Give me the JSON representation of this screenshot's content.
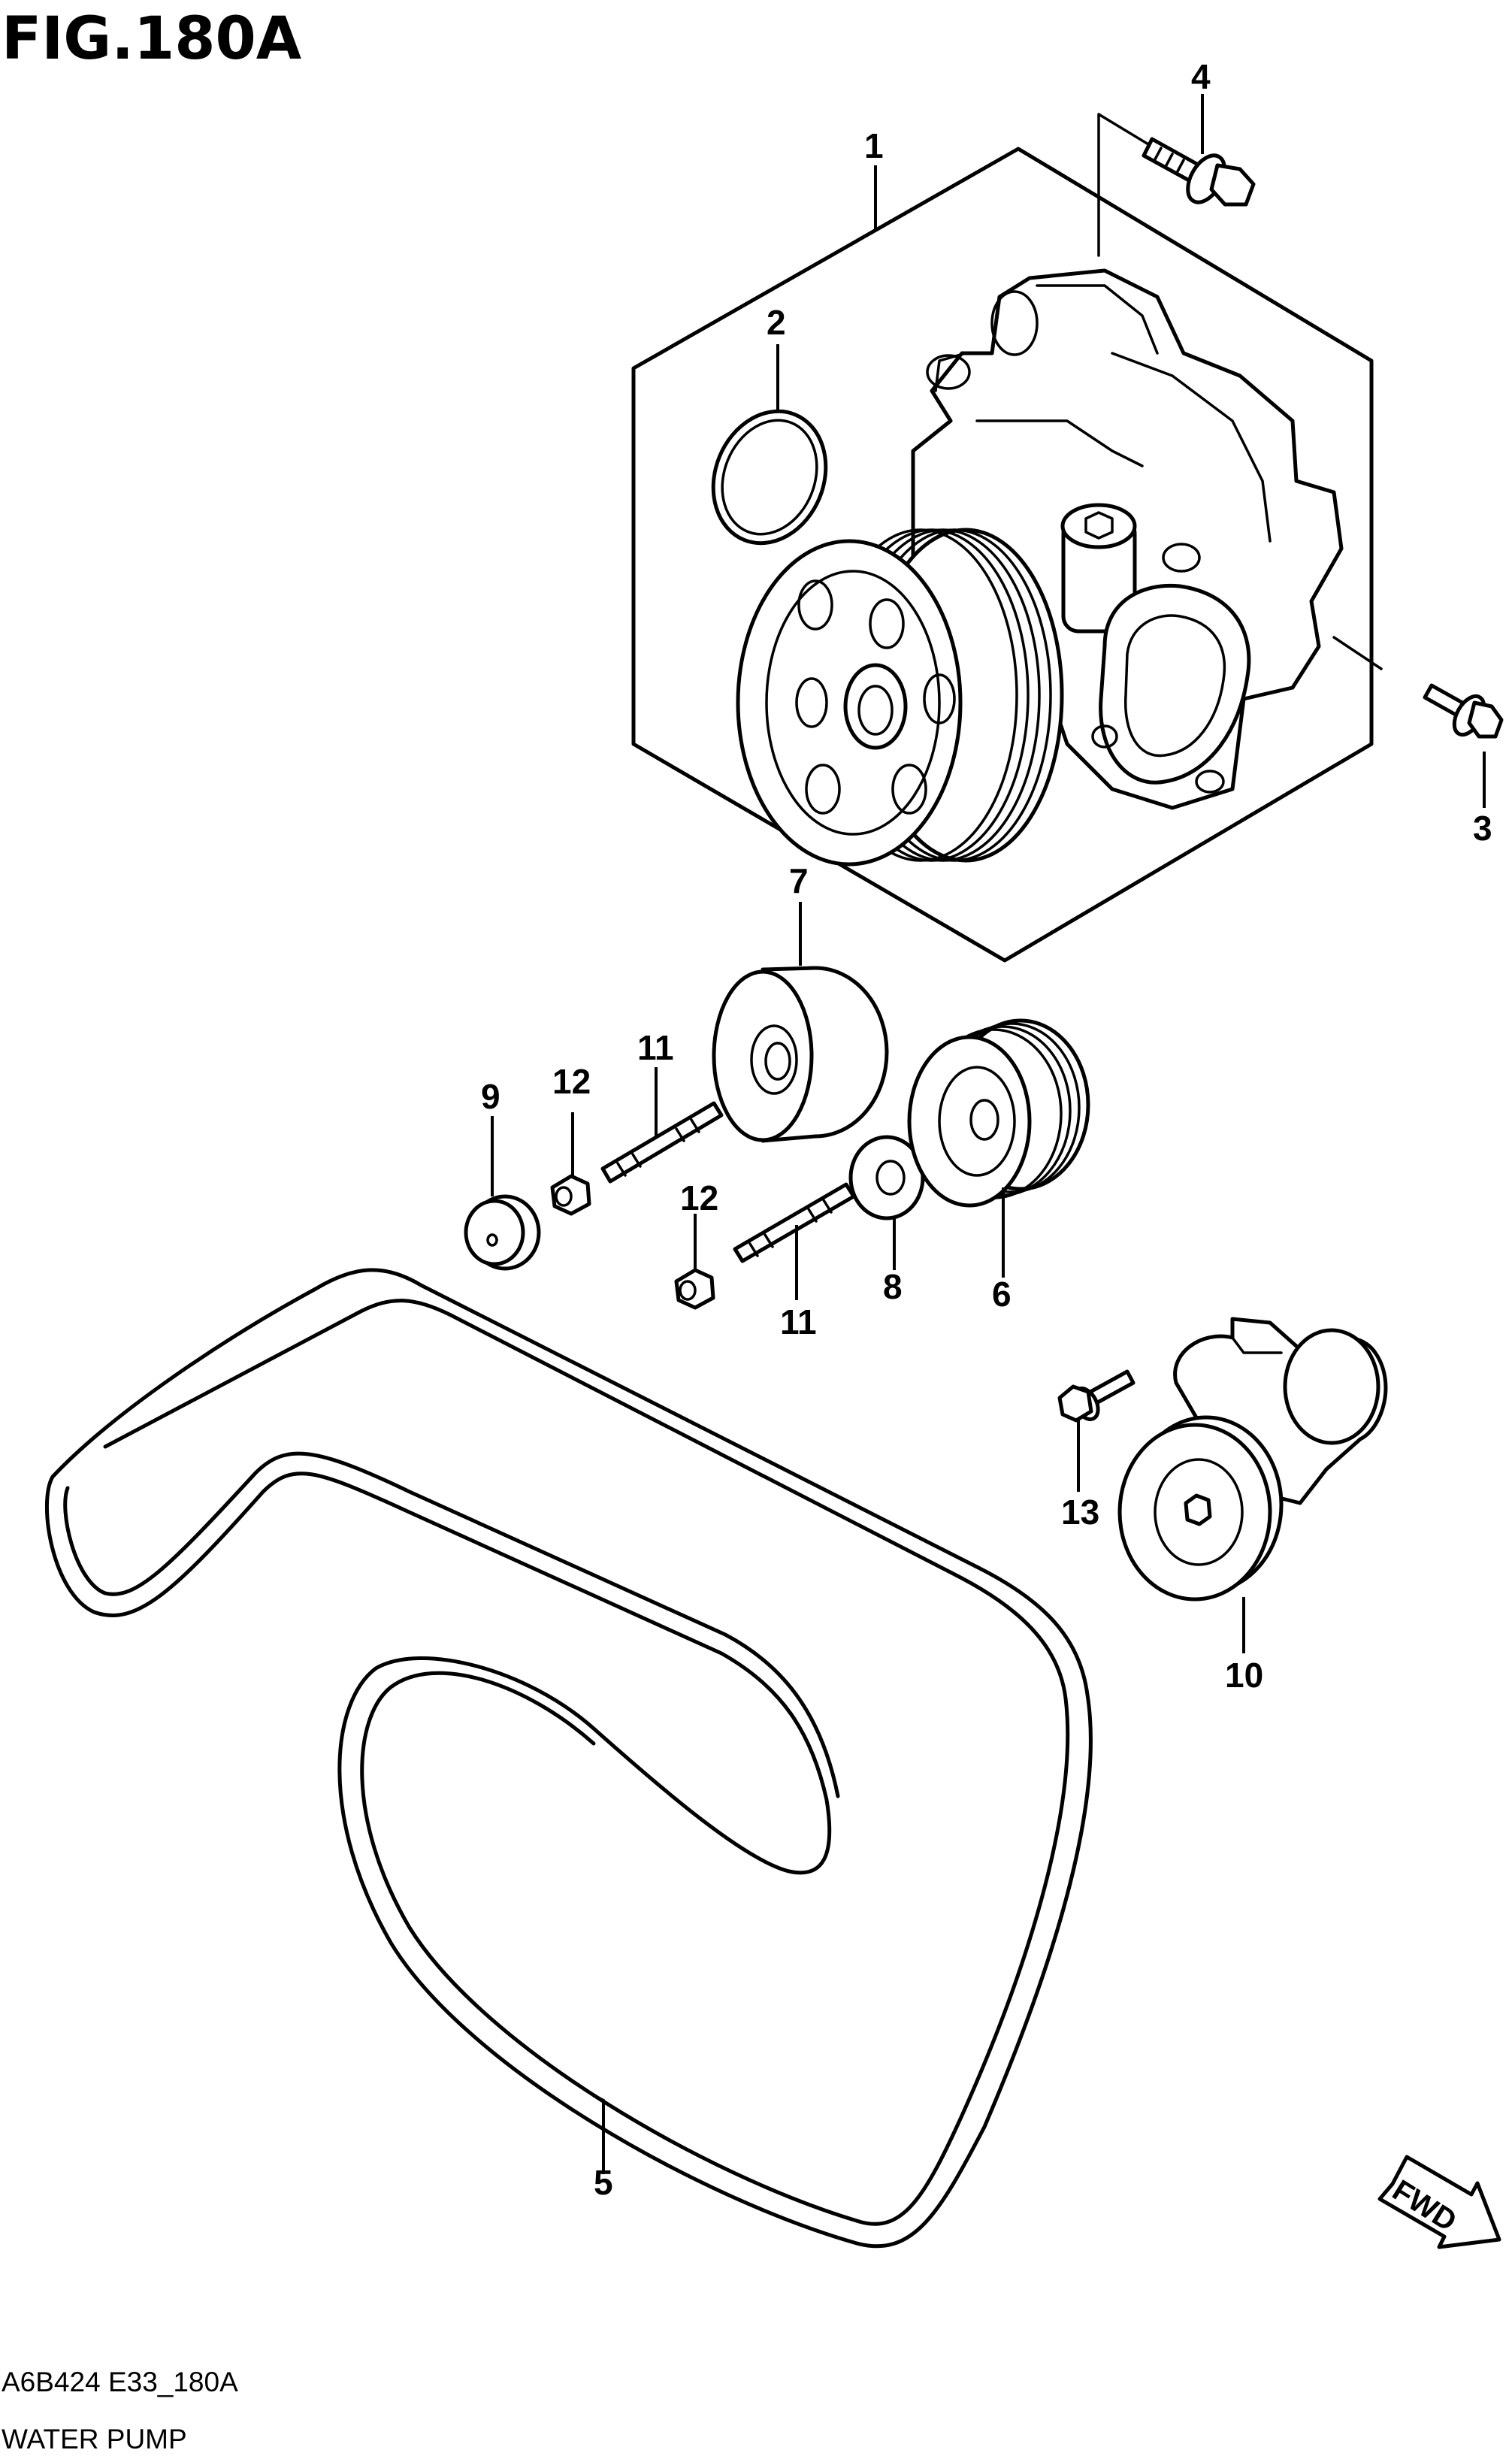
{
  "figure_title": "FIG.180A",
  "diagram_code": "A6B424 E33_180A",
  "diagram_caption": "WATER PUMP",
  "direction_badge": "FWD",
  "callouts": {
    "c1": "1",
    "c2": "2",
    "c3": "3",
    "c4": "4",
    "c5": "5",
    "c6": "6",
    "c7": "7",
    "c8": "8",
    "c9": "9",
    "c10": "10",
    "c11a": "11",
    "c11b": "11",
    "c12a": "12",
    "c12b": "12",
    "c13": "13"
  }
}
